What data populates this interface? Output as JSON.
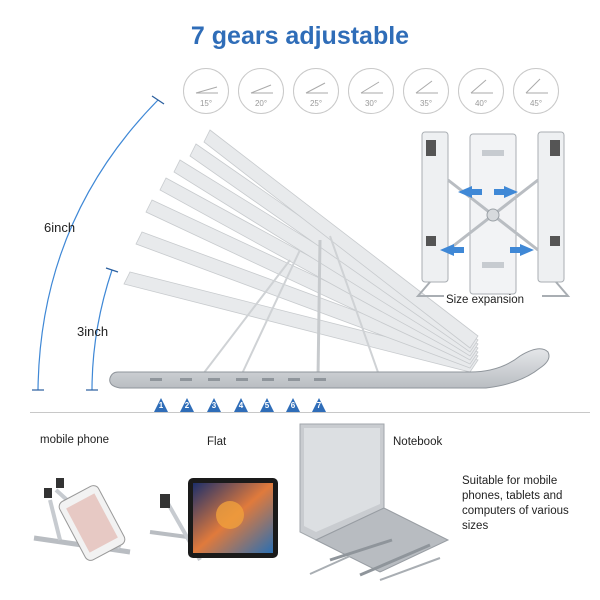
{
  "title": "7 gears adjustable",
  "angles": [
    "15°",
    "20°",
    "25°",
    "30°",
    "35°",
    "40°",
    "45°"
  ],
  "height_large": "6inch",
  "height_small": "3inch",
  "size_expansion": "Size expansion",
  "steps": [
    "1",
    "2",
    "3",
    "4",
    "5",
    "6",
    "7"
  ],
  "captions": {
    "mobile": "mobile phone",
    "flat": "Flat",
    "notebook": "Notebook"
  },
  "description": "Suitable for mobile phones, tablets and computers of various sizes",
  "colors": {
    "accent": "#2f6db8",
    "arrow": "#3f88d6",
    "step_marker": "#2f6db8"
  },
  "icons": [
    "angle-gauge-icon",
    "expand-arrow-icon",
    "step-triangle-icon"
  ]
}
